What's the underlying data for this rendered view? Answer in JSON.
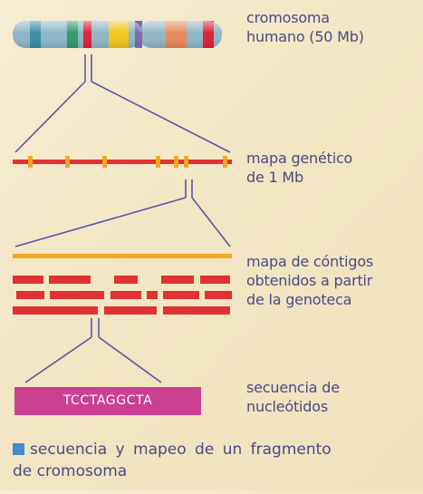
{
  "labels": {
    "chromosome": [
      "cromosoma",
      "humano (50 Mb)"
    ],
    "genetic_map": [
      "mapa genético",
      "de 1 Mb"
    ],
    "contig_map": [
      "mapa de cóntigos",
      "obtenidos a partir",
      "de la genoteca"
    ],
    "sequence": [
      "secuencia de",
      "nucleótidos"
    ]
  },
  "sequence_text": "TCCTAGGCTA",
  "caption": {
    "line1": "secuencia y mapeo de un fragmento",
    "line2": "de cromosoma"
  },
  "colors": {
    "text": "#4a4a88",
    "connector": "#5a55a8",
    "red": "#e03232",
    "orange": "#f5a623",
    "sequence_box": "#cc3f93",
    "caption_square": "#3d8fd1",
    "chromosome_bands": [
      "#3a8fa6",
      "#2f9b6a",
      "#e0203a",
      "#f2c51c",
      "#7a6aa6",
      "#e98a5a",
      "#e0203a"
    ]
  }
}
